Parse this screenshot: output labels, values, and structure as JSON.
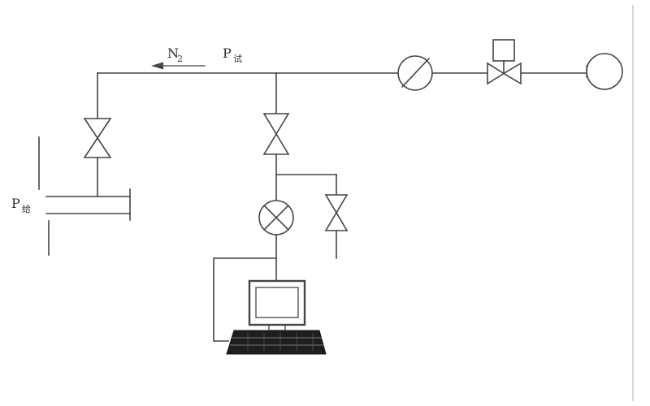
{
  "diagram": {
    "type": "pneumatic-calibration-schematic",
    "labels": {
      "gas": {
        "main": "N",
        "sub": "2"
      },
      "pressure_test": {
        "main": "P",
        "sub": "试"
      },
      "pressure_supply": {
        "main": "P",
        "sub": "给"
      }
    },
    "components": [
      "nitrogen-flow-arrow",
      "main-pipe",
      "check-valve",
      "regulator-valve",
      "gas-source",
      "shutoff-valve-left",
      "test-fixture",
      "shutoff-valve-middle",
      "vent-valve",
      "pressure-transducer",
      "computer"
    ],
    "colors": {
      "line": "#454545",
      "background": "#ffffff",
      "keyboard_fill": "#1e1e1e"
    }
  }
}
